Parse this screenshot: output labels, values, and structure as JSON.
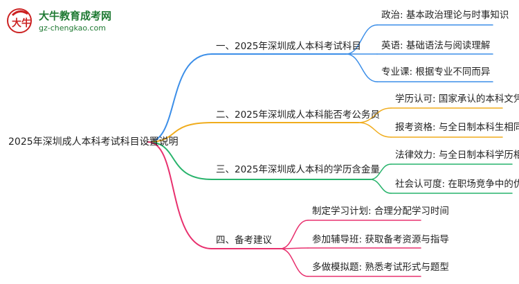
{
  "logo": {
    "title": "大牛教育成考网",
    "url": "gz-chengkao.com",
    "mark": "大牛"
  },
  "root": "2025年深圳成人本科考试科目设置说明",
  "branches": [
    {
      "label": "一、2025年深圳成人本科考试科目",
      "color": "#3b8ee8",
      "children": [
        "政治: 基本政治理论与时事知识",
        "英语: 基础语法与阅读理解",
        "专业课: 根据专业不同而异"
      ]
    },
    {
      "label": "二、2025年深圳成人本科能否考公务员",
      "color": "#f0ac1c",
      "children": [
        "学历认可: 国家承认的本科文凭",
        "报考资格: 与全日制本科生相同"
      ]
    },
    {
      "label": "三、2025年深圳成人本科的学历含金量",
      "color": "#27b36b",
      "children": [
        "法律效力: 与全日制本科学历相同",
        "社会认可度: 在职场竞争中的优势"
      ]
    },
    {
      "label": "四、备考建议",
      "color": "#e8306e",
      "children": [
        "制定学习计划: 合理分配学习时间",
        "参加辅导班: 获取备考资源与指导",
        "多做模拟题: 熟悉考试形式与题型"
      ]
    }
  ]
}
